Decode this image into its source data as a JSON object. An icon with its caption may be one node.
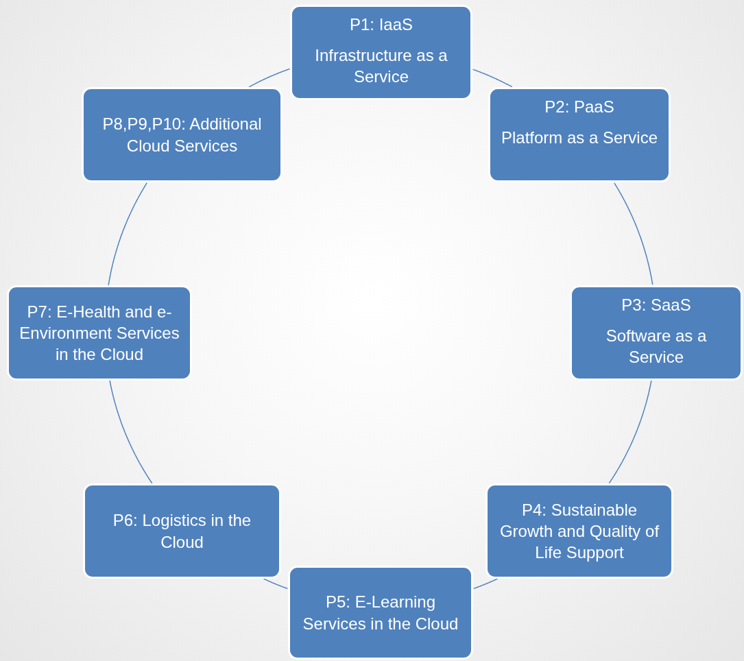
{
  "diagram": {
    "nodes": [
      {
        "text": [
          "P1: IaaS",
          "Infrastructure as a Service"
        ]
      },
      {
        "text": [
          "P2: PaaS",
          "Platform as a Service"
        ]
      },
      {
        "text": [
          "P3: SaaS",
          "Software as a Service"
        ]
      },
      {
        "text": [
          "P4: Sustainable Growth and Quality of Life Support"
        ]
      },
      {
        "text": [
          "P5: E-Learning Services in the Cloud"
        ]
      },
      {
        "text": [
          "P6: Logistics in the Cloud"
        ]
      },
      {
        "text": [
          "P7: E-Health and e-Environment Services in the Cloud"
        ]
      },
      {
        "text": [
          "P8,P9,P10: Additional Cloud Services"
        ]
      }
    ],
    "edges": [
      {
        "from": 0,
        "to": 1,
        "arrow": "none"
      },
      {
        "from": 1,
        "to": 2,
        "arrow": "none"
      },
      {
        "from": 2,
        "to": 3,
        "arrow": "none"
      },
      {
        "from": 3,
        "to": 4,
        "arrow": "none"
      },
      {
        "from": 4,
        "to": 5,
        "arrow": "none"
      },
      {
        "from": 5,
        "to": 6,
        "arrow": "none"
      },
      {
        "from": 6,
        "to": 7,
        "arrow": "none"
      },
      {
        "from": 7,
        "to": 0,
        "arrow": "none"
      }
    ]
  }
}
